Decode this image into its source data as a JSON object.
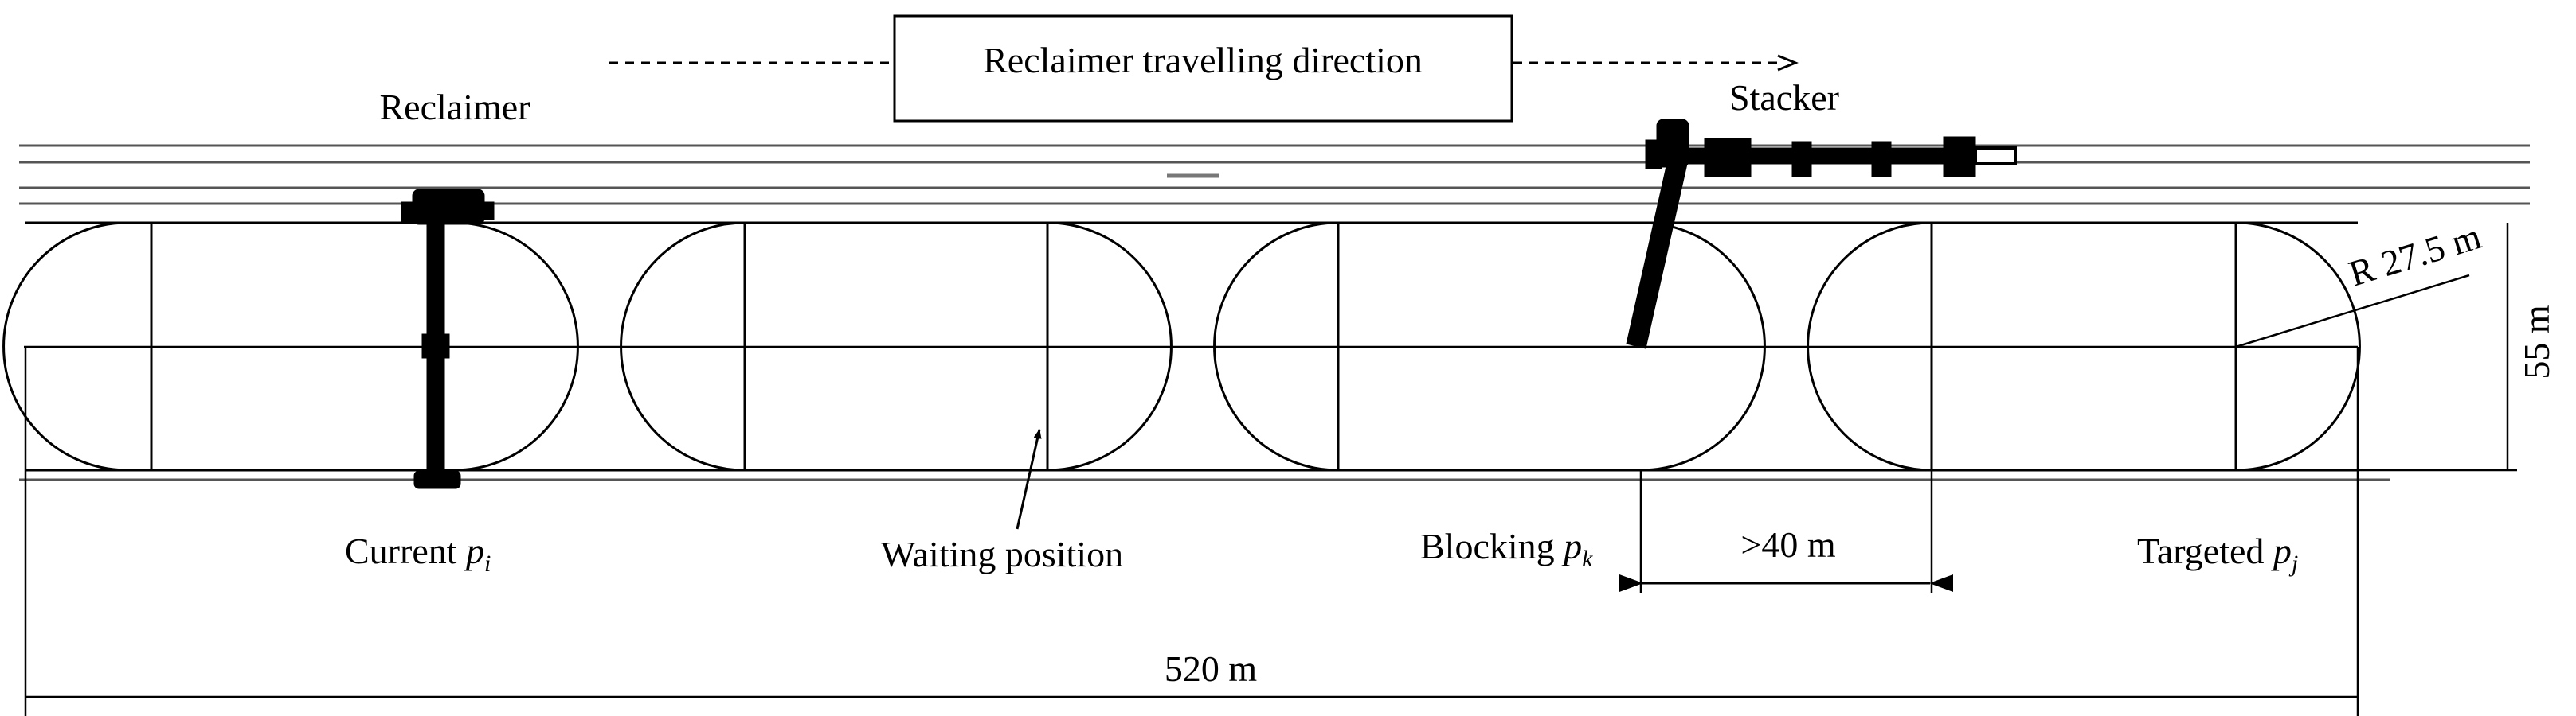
{
  "labels": {
    "direction": "Reclaimer travelling direction",
    "reclaimer": "Reclaimer",
    "stacker": "Stacker",
    "current": "Current ",
    "current_var": "p",
    "current_sub": "i",
    "waiting": "Waiting position",
    "blocking": "Blocking ",
    "blocking_var": "p",
    "blocking_sub": "k",
    "targeted": "Targeted ",
    "targeted_var": "p",
    "targeted_sub": "j",
    "gap": ">40 m",
    "total_length": "520 m",
    "width": "55 m",
    "radius": "R 27.5 m"
  }
}
